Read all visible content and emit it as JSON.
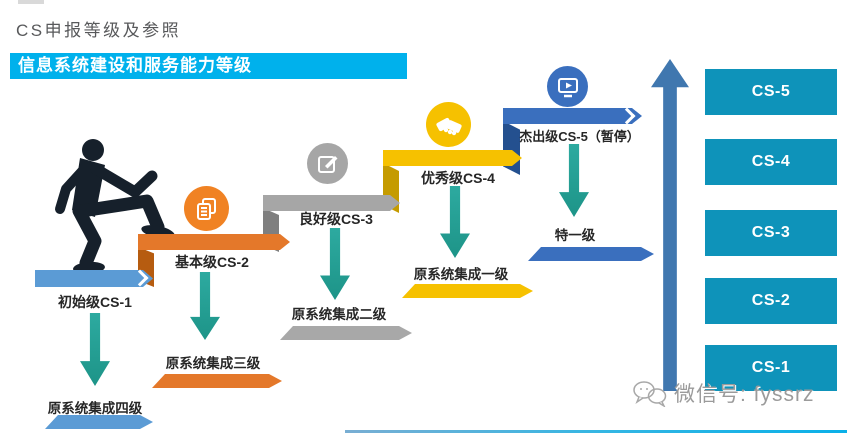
{
  "header": {
    "title": "CS申报等级及参照",
    "banner": "信息系统建设和服务能力等级",
    "banner_color": "#00b1ec",
    "title_color": "#58595b"
  },
  "diagram": {
    "steps": [
      {
        "label": "初始级CS-1",
        "mapping": "原系统集成四级",
        "color": "#5b9bd5",
        "icon": null
      },
      {
        "label": "基本级CS-2",
        "mapping": "原系统集成三级",
        "color": "#e4782a",
        "icon": "copy-document-icon"
      },
      {
        "label": "良好级CS-3",
        "mapping": "原系统集成二级",
        "color": "#a6a6a6",
        "icon": "edit-pencil-icon"
      },
      {
        "label": "优秀级CS-4",
        "mapping": "原系统集成一级",
        "color": "#f6c100",
        "icon": "handshake-icon"
      },
      {
        "label": "杰出级CS-5（暂停）",
        "mapping": "特一级",
        "color": "#3a6fbe",
        "icon": "video-display-icon"
      }
    ],
    "ladder_levels": [
      "CS-5",
      "CS-4",
      "CS-3",
      "CS-2",
      "CS-1"
    ],
    "ladder_box_color": "#0e93ba",
    "up_arrow_color": "#4077af",
    "down_arrow_color": "#26a296",
    "person": "climbing-person-silhouette"
  },
  "watermark": {
    "icon": "wechat-icon",
    "text": "微信号: fyssrz"
  }
}
